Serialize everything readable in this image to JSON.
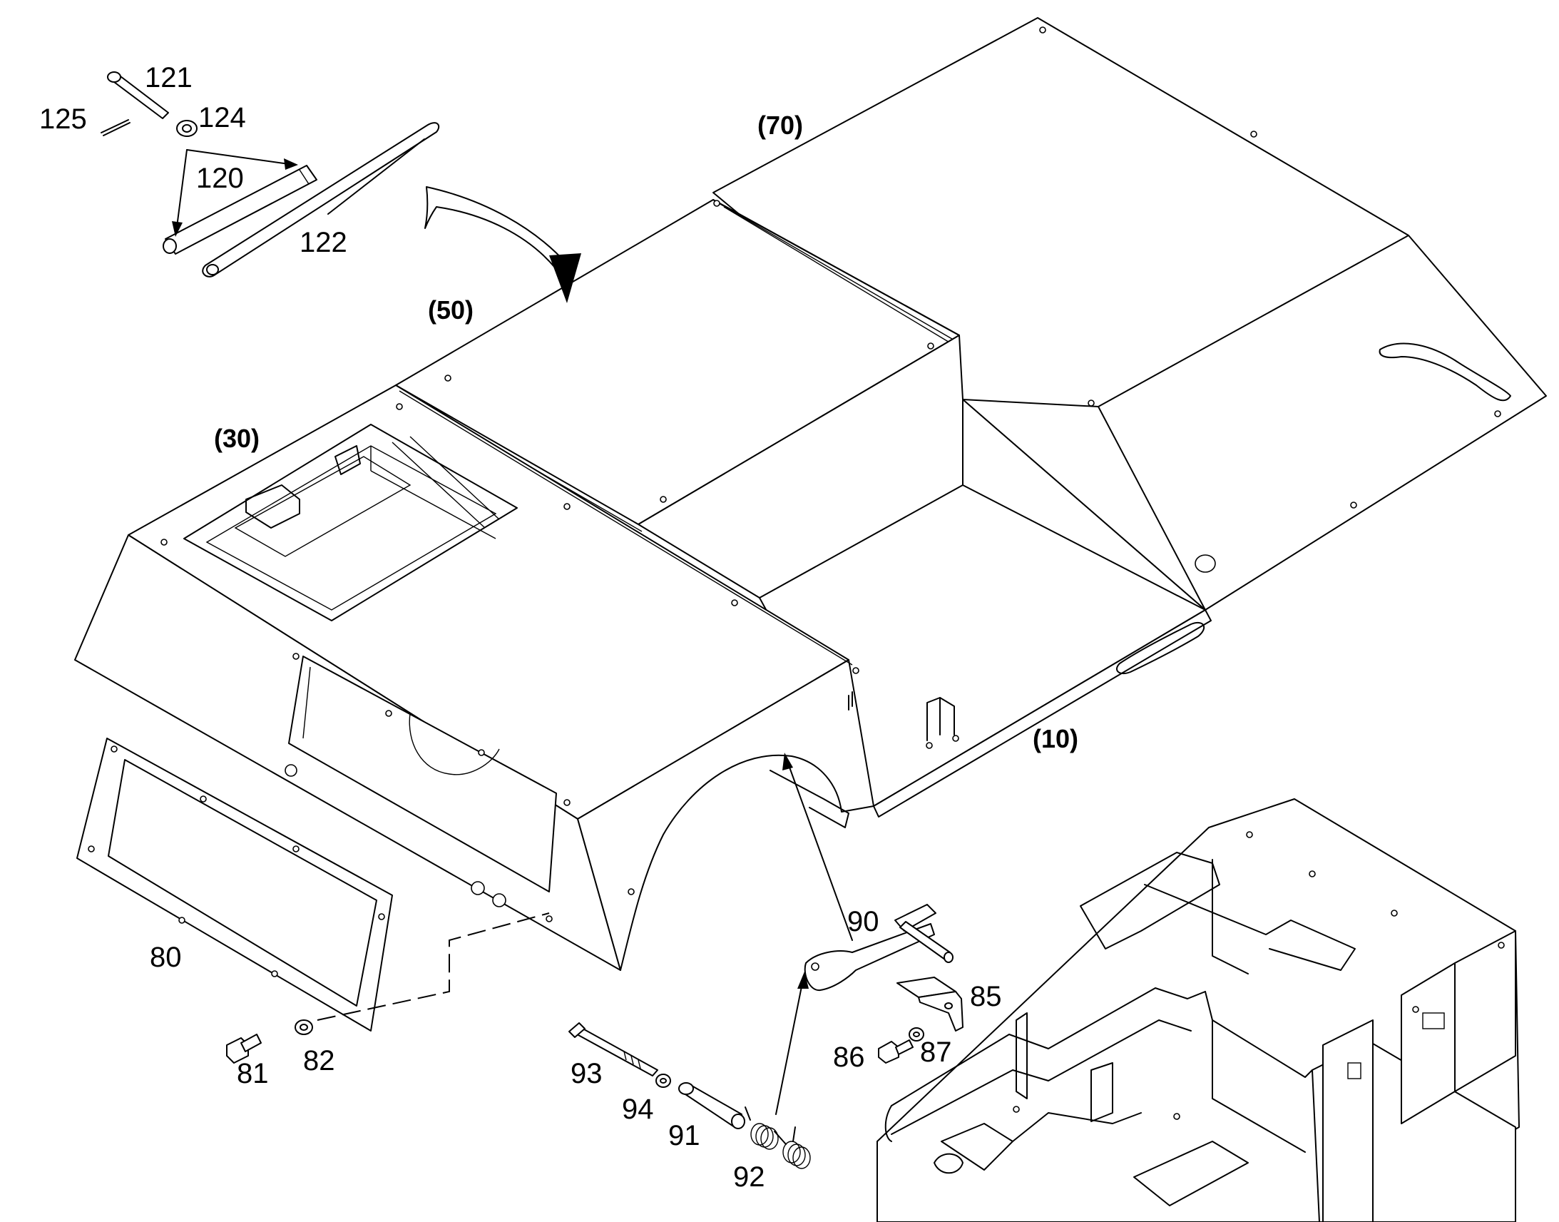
{
  "assemblies": {
    "a10": "(10)",
    "a30": "(30)",
    "a50": "(50)",
    "a70": "(70)"
  },
  "parts": {
    "p80": "80",
    "p81": "81",
    "p82": "82",
    "p85": "85",
    "p86": "86",
    "p87": "87",
    "p90": "90",
    "p91": "91",
    "p92": "92",
    "p93": "93",
    "p94": "94",
    "p120": "120",
    "p121": "121",
    "p122": "122",
    "p124": "124",
    "p125": "125"
  }
}
